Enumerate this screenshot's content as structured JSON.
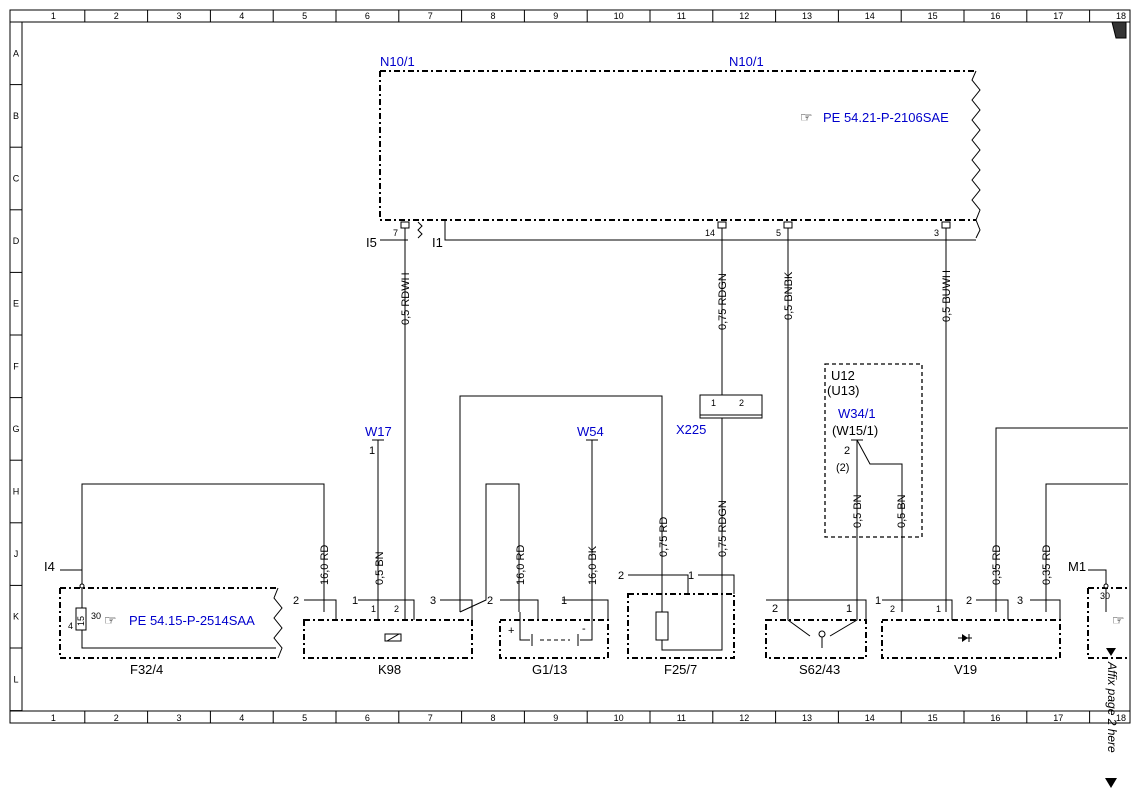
{
  "grid": {
    "columns": [
      "1",
      "2",
      "3",
      "4",
      "5",
      "6",
      "7",
      "8",
      "9",
      "10",
      "11",
      "12",
      "13",
      "14",
      "15",
      "16",
      "17",
      "18"
    ],
    "rows": [
      "A",
      "B",
      "C",
      "D",
      "E",
      "F",
      "G",
      "H",
      "J",
      "K",
      "L"
    ]
  },
  "components": {
    "n10_left": "N10/1",
    "n10_right": "N10/1",
    "pe_n10": "PE 54.21-P-2106SAE",
    "pe_f32": "PE 54.15-P-2514SAA",
    "f32": "F32/4",
    "k98": "K98",
    "g113": "G1/13",
    "f257": "F25/7",
    "s6243": "S62/43",
    "v19": "V19",
    "w17": "W17",
    "w54": "W54",
    "x225": "X225",
    "w341": "W34/1",
    "w151": "(W15/1)",
    "u12": "U12",
    "u13": "(U13)",
    "i5": "I5",
    "i1": "I1",
    "i4": "I4",
    "m1": "M1"
  },
  "wires": {
    "rdwh": "0,5 RDWH",
    "rdgn_top": "0,75 RDGN",
    "bnbk": "0,5 BNBK",
    "buwh": "0,5 BUWH",
    "rd16_a": "16,0 RD",
    "bn_k98": "0,5 BN",
    "rd16_b": "16,0 RD",
    "bk16": "16,0 BK",
    "rd075": "0,75 RD",
    "rdgn_bot": "0,75 RDGN",
    "bn_a": "0,5 BN",
    "bn_b": "0,5 BN",
    "rd035_a": "0,35 RD",
    "rd035_b": "0,35 RD"
  },
  "pins": {
    "p7": "7",
    "p14": "14",
    "p5": "5",
    "p3": "3",
    "f32_30": "30",
    "f32_4": "4",
    "f32_15": "15",
    "k98_2": "2",
    "k98_1": "1",
    "k98_3": "3",
    "k98_in1": "1",
    "k98_in2": "2",
    "w17_1": "1",
    "g_2": "2",
    "g_1": "1",
    "g_plus": "+",
    "g_minus": "-",
    "f25_2": "2",
    "f25_1": "1",
    "x225_1": "1",
    "x225_2": "2",
    "s_2": "2",
    "s_1": "1",
    "w34_2": "2",
    "w34_2b": "(2)",
    "v_1": "1",
    "v_2": "2",
    "v_3": "3",
    "v_in1": "1",
    "v_in2": "2",
    "m1_30": "30"
  },
  "side_note": "Affix page 2 here"
}
